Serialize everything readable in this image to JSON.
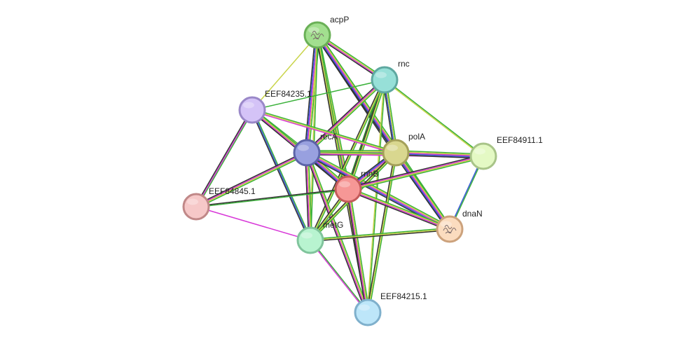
{
  "network": {
    "nodes": [
      {
        "id": "acpP",
        "label": "acpP",
        "fill": "#a2df8f",
        "stroke": "#6ab057",
        "structure": true
      },
      {
        "id": "rnc",
        "label": "rnc",
        "fill": "#97e0d8",
        "stroke": "#5ea8a0"
      },
      {
        "id": "EEF84235.1",
        "label": "EEF84235.1",
        "fill": "#d4c3f7",
        "stroke": "#9a88c8"
      },
      {
        "id": "recA",
        "label": "recA",
        "fill": "#98a0df",
        "stroke": "#5c64a8"
      },
      {
        "id": "polA",
        "label": "polA",
        "fill": "#d9d78f",
        "stroke": "#a4a05a"
      },
      {
        "id": "EEF84911.1",
        "label": "EEF84911.1",
        "fill": "#e4f9c4",
        "stroke": "#a8c488"
      },
      {
        "id": "rnhB",
        "label": "rnhB",
        "fill": "#f69796",
        "stroke": "#c45a5a"
      },
      {
        "id": "EEF84845.1",
        "label": "EEF84845.1",
        "fill": "#f6c8c8",
        "stroke": "#c08888"
      },
      {
        "id": "metG",
        "label": "metG",
        "fill": "#b8f4d0",
        "stroke": "#80c49c"
      },
      {
        "id": "dnaN",
        "label": "dnaN",
        "fill": "#fbdcbf",
        "stroke": "#cca27c",
        "structure": true
      },
      {
        "id": "EEF84215.1",
        "label": "EEF84215.1",
        "fill": "#bde6f9",
        "stroke": "#7fb0cc"
      }
    ],
    "edge_colors": {
      "green": "#3ab13a",
      "yellow": "#c9d44a",
      "magenta": "#d838d8",
      "blue": "#3a5ad8",
      "black": "#333333",
      "dark_green": "#237a23"
    },
    "edges": [
      {
        "source": "acpP",
        "target": "rnc",
        "types": [
          "green",
          "yellow",
          "magenta",
          "black"
        ]
      },
      {
        "source": "acpP",
        "target": "EEF84235.1",
        "types": [
          "yellow"
        ]
      },
      {
        "source": "acpP",
        "target": "recA",
        "types": [
          "green",
          "yellow",
          "magenta",
          "blue",
          "black"
        ]
      },
      {
        "source": "acpP",
        "target": "polA",
        "types": [
          "green",
          "yellow",
          "magenta",
          "blue",
          "black"
        ]
      },
      {
        "source": "acpP",
        "target": "rnhB",
        "types": [
          "green",
          "yellow",
          "magenta",
          "black"
        ]
      },
      {
        "source": "acpP",
        "target": "metG",
        "types": [
          "green",
          "yellow"
        ]
      },
      {
        "source": "acpP",
        "target": "dnaN",
        "types": [
          "green",
          "yellow",
          "magenta",
          "blue",
          "black"
        ]
      },
      {
        "source": "acpP",
        "target": "EEF84215.1",
        "types": [
          "green",
          "yellow",
          "black"
        ]
      },
      {
        "source": "rnc",
        "target": "EEF84235.1",
        "types": [
          "green"
        ]
      },
      {
        "source": "rnc",
        "target": "recA",
        "types": [
          "green",
          "yellow",
          "magenta",
          "black"
        ]
      },
      {
        "source": "rnc",
        "target": "polA",
        "types": [
          "green",
          "yellow",
          "blue",
          "black"
        ]
      },
      {
        "source": "rnc",
        "target": "rnhB",
        "types": [
          "green",
          "yellow",
          "black",
          "dark_green"
        ]
      },
      {
        "source": "rnc",
        "target": "metG",
        "types": [
          "green",
          "yellow",
          "black"
        ]
      },
      {
        "source": "rnc",
        "target": "EEF84911.1",
        "types": [
          "green",
          "yellow"
        ]
      },
      {
        "source": "rnc",
        "target": "EEF84215.1",
        "types": [
          "green",
          "yellow"
        ]
      },
      {
        "source": "EEF84235.1",
        "target": "recA",
        "types": [
          "green",
          "yellow",
          "magenta",
          "black"
        ]
      },
      {
        "source": "EEF84235.1",
        "target": "polA",
        "types": [
          "green",
          "yellow",
          "magenta"
        ]
      },
      {
        "source": "EEF84235.1",
        "target": "rnhB",
        "types": [
          "green",
          "yellow",
          "magenta",
          "black"
        ]
      },
      {
        "source": "EEF84235.1",
        "target": "EEF84845.1",
        "types": [
          "green",
          "magenta",
          "black"
        ]
      },
      {
        "source": "EEF84235.1",
        "target": "metG",
        "types": [
          "green",
          "blue",
          "black"
        ]
      },
      {
        "source": "recA",
        "target": "polA",
        "types": [
          "green",
          "yellow",
          "magenta",
          "blue",
          "black"
        ]
      },
      {
        "source": "recA",
        "target": "EEF84911.1",
        "types": [
          "green",
          "yellow",
          "magenta"
        ]
      },
      {
        "source": "recA",
        "target": "rnhB",
        "types": [
          "green",
          "yellow",
          "magenta",
          "blue",
          "black"
        ]
      },
      {
        "source": "recA",
        "target": "EEF84845.1",
        "types": [
          "green",
          "yellow",
          "magenta",
          "black"
        ]
      },
      {
        "source": "recA",
        "target": "metG",
        "types": [
          "green",
          "yellow",
          "magenta",
          "black"
        ]
      },
      {
        "source": "recA",
        "target": "dnaN",
        "types": [
          "green",
          "yellow",
          "magenta",
          "blue",
          "black"
        ]
      },
      {
        "source": "recA",
        "target": "EEF84215.1",
        "types": [
          "green",
          "yellow",
          "magenta",
          "black"
        ]
      },
      {
        "source": "polA",
        "target": "EEF84911.1",
        "types": [
          "green",
          "yellow",
          "magenta",
          "blue",
          "black"
        ]
      },
      {
        "source": "polA",
        "target": "rnhB",
        "types": [
          "green",
          "yellow",
          "magenta",
          "blue",
          "black"
        ]
      },
      {
        "source": "polA",
        "target": "metG",
        "types": [
          "green",
          "yellow",
          "black"
        ]
      },
      {
        "source": "polA",
        "target": "dnaN",
        "types": [
          "green",
          "yellow",
          "magenta",
          "blue",
          "black"
        ]
      },
      {
        "source": "polA",
        "target": "EEF84215.1",
        "types": [
          "green",
          "yellow",
          "black"
        ]
      },
      {
        "source": "EEF84911.1",
        "target": "rnhB",
        "types": [
          "green",
          "yellow",
          "magenta",
          "black"
        ]
      },
      {
        "source": "EEF84911.1",
        "target": "dnaN",
        "types": [
          "green",
          "blue"
        ]
      },
      {
        "source": "rnhB",
        "target": "EEF84845.1",
        "types": [
          "green",
          "black"
        ]
      },
      {
        "source": "rnhB",
        "target": "metG",
        "types": [
          "green",
          "yellow",
          "black"
        ]
      },
      {
        "source": "rnhB",
        "target": "dnaN",
        "types": [
          "green",
          "yellow",
          "magenta",
          "black"
        ]
      },
      {
        "source": "rnhB",
        "target": "EEF84215.1",
        "types": [
          "green",
          "yellow",
          "magenta",
          "black"
        ]
      },
      {
        "source": "EEF84845.1",
        "target": "metG",
        "types": [
          "magenta"
        ]
      },
      {
        "source": "metG",
        "target": "dnaN",
        "types": [
          "green",
          "yellow",
          "black"
        ]
      },
      {
        "source": "metG",
        "target": "EEF84215.1",
        "types": [
          "green",
          "magenta"
        ]
      }
    ]
  }
}
